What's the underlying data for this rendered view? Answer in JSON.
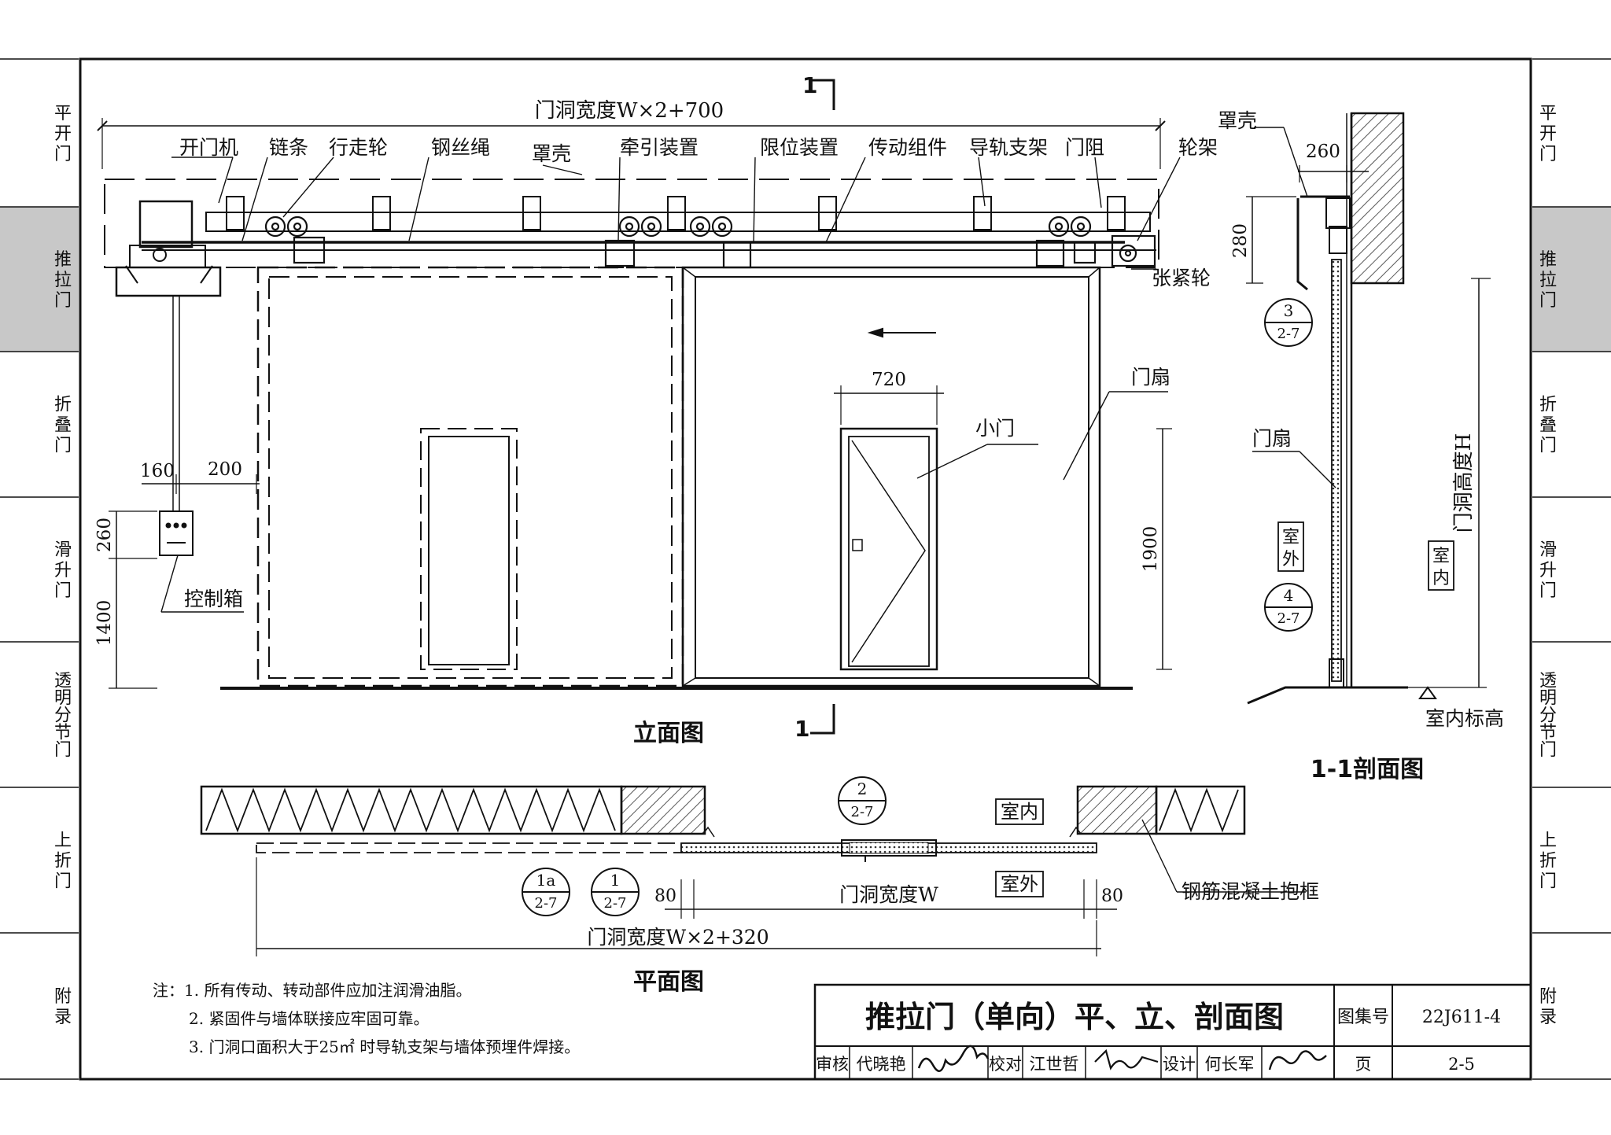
{
  "side_tabs": [
    "平开门",
    "推拉门",
    "折叠门",
    "滑升门",
    "透明分节门",
    "上折门",
    "附录"
  ],
  "active_tab": "推拉门",
  "elevation": {
    "title": "立面图",
    "section_mark": "1",
    "overall_width": "门洞宽度W×2+700",
    "labels": {
      "opener": "开门机",
      "chain": "链条",
      "trolley": "行走轮",
      "wire_rope": "钢丝绳",
      "cover": "罩壳",
      "traction": "牵引装置",
      "limit": "限位装置",
      "transmission": "传动组件",
      "rail_bracket": "导轨支架",
      "door_stop": "门阻",
      "wheel_frame": "轮架",
      "tension_wheel": "张紧轮",
      "wicket": "小门",
      "leaf": "门扇",
      "control_box": "控制箱"
    },
    "dims": {
      "wicket_width": "720",
      "wicket_height": "1900",
      "d160": "160",
      "d200": "200",
      "d260": "260",
      "d1400": "1400"
    }
  },
  "section": {
    "title": "1-1剖面图",
    "cover": "罩壳",
    "d260": "260",
    "d280": "280",
    "leaf": "门扇",
    "outdoor": "室外",
    "indoor": "室内",
    "opening_height": "门洞高度H",
    "floor_level": "室内标高",
    "detail_3": {
      "num": "3",
      "sheet": "2-7"
    },
    "detail_4": {
      "num": "4",
      "sheet": "2-7"
    }
  },
  "plan": {
    "title": "平面图",
    "indoor": "室内",
    "outdoor": "室外",
    "opening_width": "门洞宽度W",
    "overall_width": "门洞宽度W×2+320",
    "d80_left": "80",
    "d80_right": "80",
    "concrete_frame": "钢筋混凝土抱框",
    "detail_2": {
      "num": "2",
      "sheet": "2-7"
    },
    "detail_1a": {
      "num": "1a",
      "sheet": "2-7"
    },
    "detail_1": {
      "num": "1",
      "sheet": "2-7"
    }
  },
  "notes": [
    "注：1. 所有传动、转动部件应加注润滑油脂。",
    "2. 紧固件与墙体联接应牢固可靠。",
    "3. 门洞口面积大于25㎡ 时导轨支架与墙体预埋件焊接。"
  ],
  "title_block": {
    "title": "推拉门（单向）平、立、剖面图",
    "atlas_label": "图集号",
    "atlas_no": "22J611-4",
    "review_label": "审核",
    "reviewer": "代晓艳",
    "check_label": "校对",
    "checker": "江世哲",
    "design_label": "设计",
    "designer": "何长军",
    "page_label": "页",
    "page_no": "2-5"
  }
}
